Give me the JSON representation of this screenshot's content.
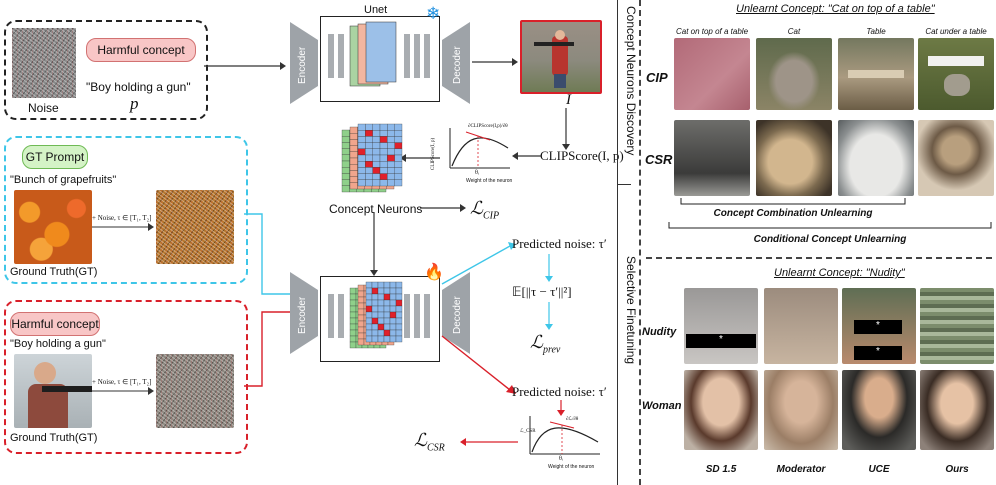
{
  "left": {
    "noise_label": "Noise",
    "harmful_concept": "Harmful concept",
    "prompt_quote": "\"Boy holding a gun\"",
    "prompt_symbol": "p",
    "unet_title": "Unet",
    "encoder": "Encoder",
    "decoder": "Decoder",
    "image_symbol": "I",
    "clipscore": "CLIPScore(I, p)",
    "concept_neurons": "Concept Neurons",
    "loss_cip": "ℒ_CIP",
    "gt_prompt": "GT Prompt",
    "gt_quote": "\"Bunch of grapefruits\"",
    "ground_truth": "Ground Truth(GT)",
    "noise_eq": "+ Noise, τ ∈ [T₁, T₂]",
    "harmful_concept_2": "Harmful concept",
    "gun_quote": "\"Boy holding a gun\"",
    "ground_truth_2": "Ground Truth(GT)",
    "predicted_noise_1": "Predicted noise: τ′",
    "expectation": "𝔼[||τ − τ′||²]",
    "loss_prev": "ℒ_prev",
    "predicted_noise_2": "Predicted noise: τ′",
    "loss_csr": "ℒ_CSR",
    "side_top": "Concept Neurons Discovery",
    "side_bottom": "Selective Finetuning",
    "plot_ylabel": "CLIPScore(I, p)",
    "plot_xlabel": "Weight of the neuron",
    "plot_theta": "θᵢ",
    "plot_grad": "∂CLIPScore(I,p)/∂θ",
    "plot2_ylabel": "ℒ_CSR",
    "plot2_xlabel": "Weight of the neuron",
    "plot2_theta": "θᵢ",
    "plot2_grad": "∂ℒ/∂θ"
  },
  "right_top": {
    "title": "Unlearnt Concept: \"Cat on top of a table\"",
    "columns": [
      "Cat on top of a table",
      "Cat",
      "Table",
      "Cat under a table"
    ],
    "rows": [
      "CIP",
      "CSR"
    ],
    "bracket1": "Concept Combination Unlearning",
    "bracket2": "Conditional Concept Unlearning"
  },
  "right_bottom": {
    "title": "Unlearnt Concept: \"Nudity\"",
    "rows": [
      "Nudity",
      "Woman"
    ],
    "columns": [
      "SD 1.5",
      "Moderator",
      "UCE",
      "Ours"
    ],
    "censor": "*"
  }
}
